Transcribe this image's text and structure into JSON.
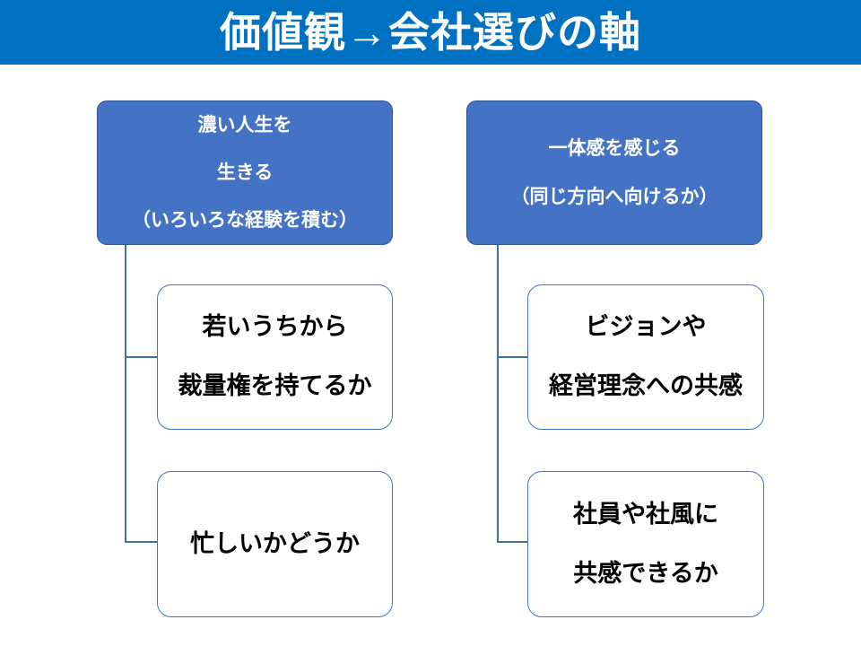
{
  "title": "価値観→会社選びの軸",
  "groups": [
    {
      "id": "rich-life",
      "parent": {
        "lines": [
          "濃い人生を",
          "生きる",
          "（いろいろな経験を積む）"
        ]
      },
      "children": [
        {
          "lines": [
            "若いうちから",
            "裁量権を持てるか"
          ]
        },
        {
          "lines": [
            "忙しいかどうか"
          ]
        }
      ]
    },
    {
      "id": "sense-of-unity",
      "parent": {
        "lines": [
          "一体感を感じる",
          "（同じ方向へ向けるか）"
        ]
      },
      "children": [
        {
          "lines": [
            "ビジョンや",
            "経営理念への共感"
          ]
        },
        {
          "lines": [
            "社員や社風に",
            "共感できるか"
          ]
        }
      ]
    }
  ],
  "colors": {
    "title_bar": "#0070C0",
    "title_text": "#FFFFFF",
    "parent_fill": "#4472C4",
    "parent_border": "#2F5597",
    "parent_text": "#FFFFFF",
    "child_fill": "#FFFFFF",
    "child_border": "#4472C4",
    "child_text": "#000000",
    "connector": "#41719C",
    "background": "#FFFFFF"
  }
}
